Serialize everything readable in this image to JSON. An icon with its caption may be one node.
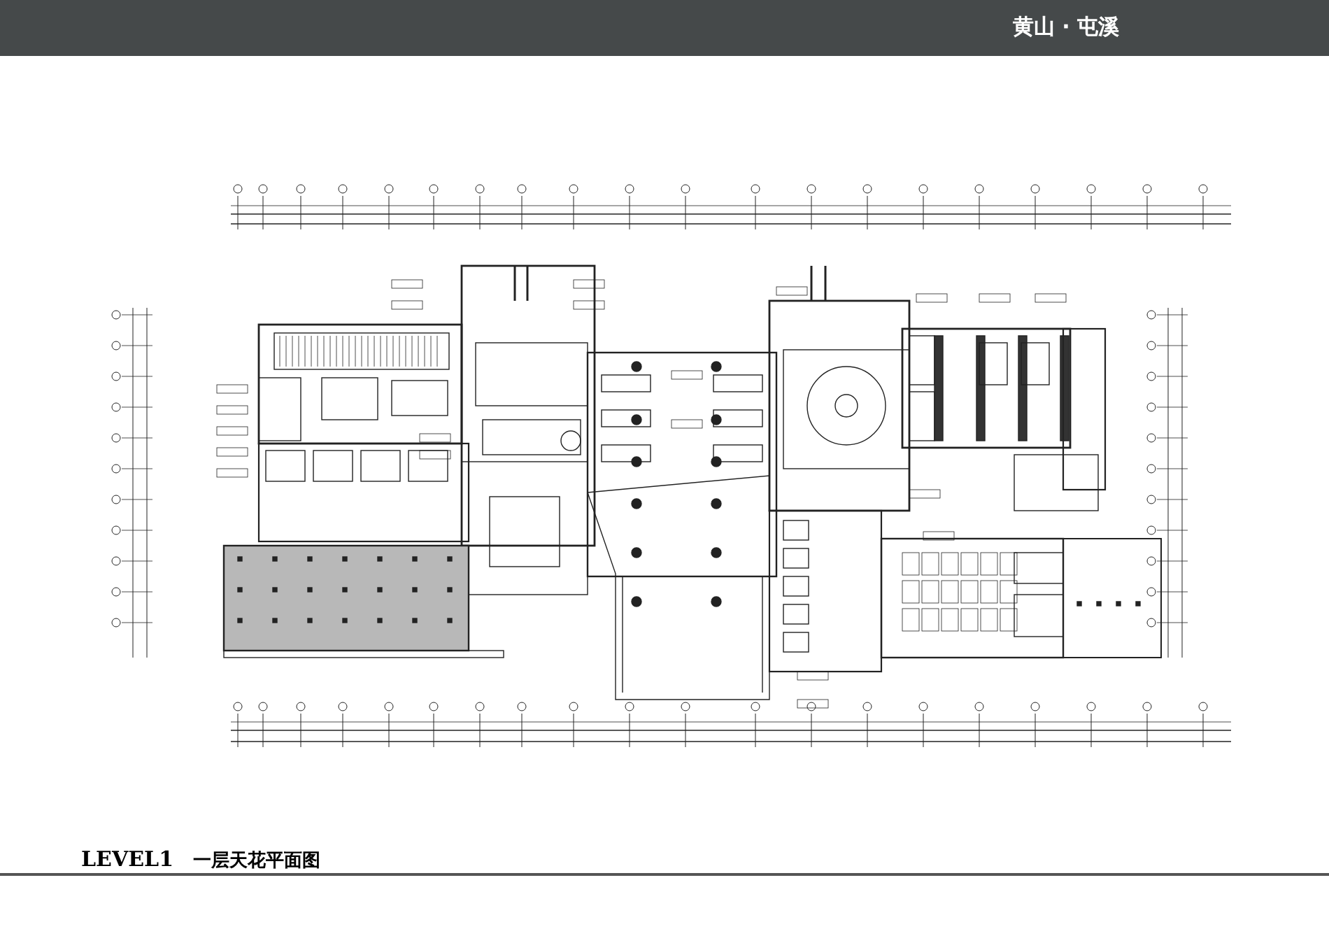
{
  "diagram": {
    "title": "黄山 · 屯溪",
    "labels": [
      "LEVEL1",
      "一层天花平面图"
    ]
  }
}
